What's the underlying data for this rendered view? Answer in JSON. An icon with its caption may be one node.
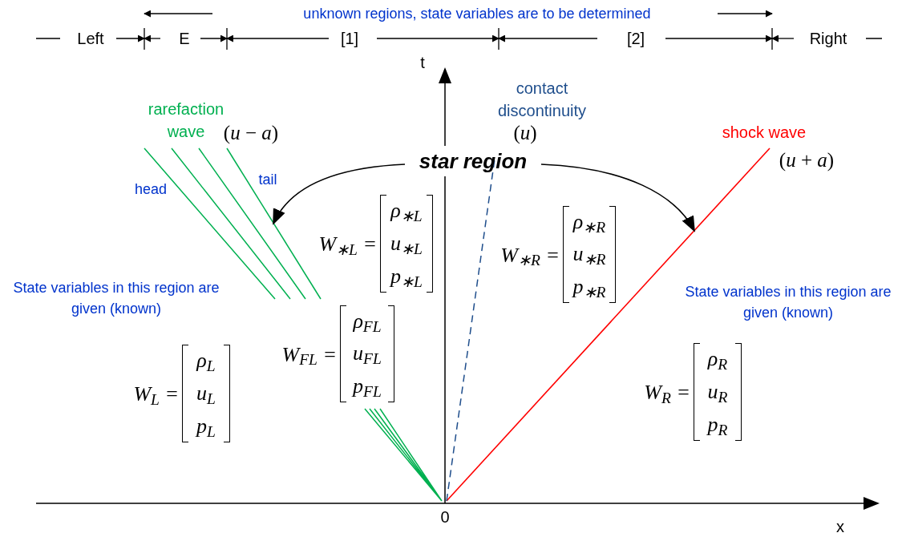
{
  "diagram": {
    "nodes": [
      {
        "text": [
          "star region"
        ]
      },
      {
        "text": [],
        "shape": "line"
      },
      {
        "text": [],
        "shape": "line"
      }
    ],
    "edges": [
      {
        "from": 0,
        "to": 1,
        "arrow": "to"
      },
      {
        "from": 0,
        "to": 2,
        "arrow": "to"
      }
    ],
    "labels": [
      "unknown regions, state variables are to be determined",
      "Left",
      "E",
      "[1]",
      "[2]",
      "Right",
      "t",
      "contact discontinuity",
      "rarefaction wave",
      "(*u* − *a*)",
      "(*u*)",
      "shock wave",
      "(*u* + *a*)",
      "head",
      "tail",
      "W$_{∗L}$ =",
      "ρ$_{∗L}$",
      "u$_{∗L}$",
      "p$_{∗L}$",
      "W$_{∗R}$ =",
      "ρ$_{∗R}$",
      "u$_{∗R}$",
      "p$_{∗R}$",
      "State variables in this region are given (known)",
      "State variables in this region are given (known)",
      "W$_{FL}$ =",
      "ρ$_{FL}$",
      "u$_{FL}$",
      "ρ$_{L}$",
      "W$_{L}$ =",
      "u$_{L}$",
      "p$_{FL}$",
      "p$_{L}$",
      "W$_{R}$ =",
      "ρ$_{R}$",
      "u$_{R}$",
      "p$_{R}$",
      "0",
      "x"
    ]
  }
}
